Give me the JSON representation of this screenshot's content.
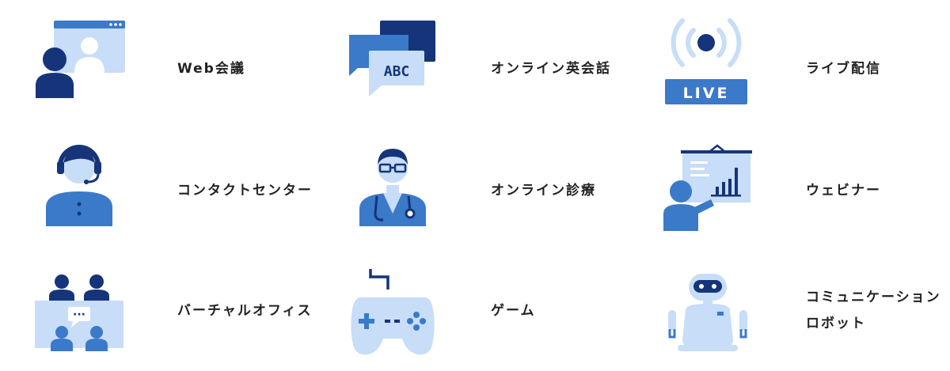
{
  "colors": {
    "navy": "#15347a",
    "mid": "#3b79c9",
    "light": "#c7ddf8",
    "pale": "#e4effc",
    "white": "#ffffff",
    "text": "#222222"
  },
  "items": [
    {
      "label": "Web会議",
      "icon": "web-meeting-icon"
    },
    {
      "label": "オンライン英会話",
      "icon": "speech-bubbles-icon",
      "icon_text": "ABC"
    },
    {
      "label": "ライブ配信",
      "icon": "live-broadcast-icon",
      "icon_text": "LIVE"
    },
    {
      "label": "コンタクトセンター",
      "icon": "headset-operator-icon"
    },
    {
      "label": "オンライン診療",
      "icon": "doctor-icon"
    },
    {
      "label": "ウェビナー",
      "icon": "presentation-icon"
    },
    {
      "label": "バーチャルオフィス",
      "icon": "virtual-office-icon",
      "icon_text": "···"
    },
    {
      "label": "ゲーム",
      "icon": "game-controller-icon"
    },
    {
      "label": "コミュニケーション\nロボット",
      "icon": "robot-icon"
    }
  ]
}
